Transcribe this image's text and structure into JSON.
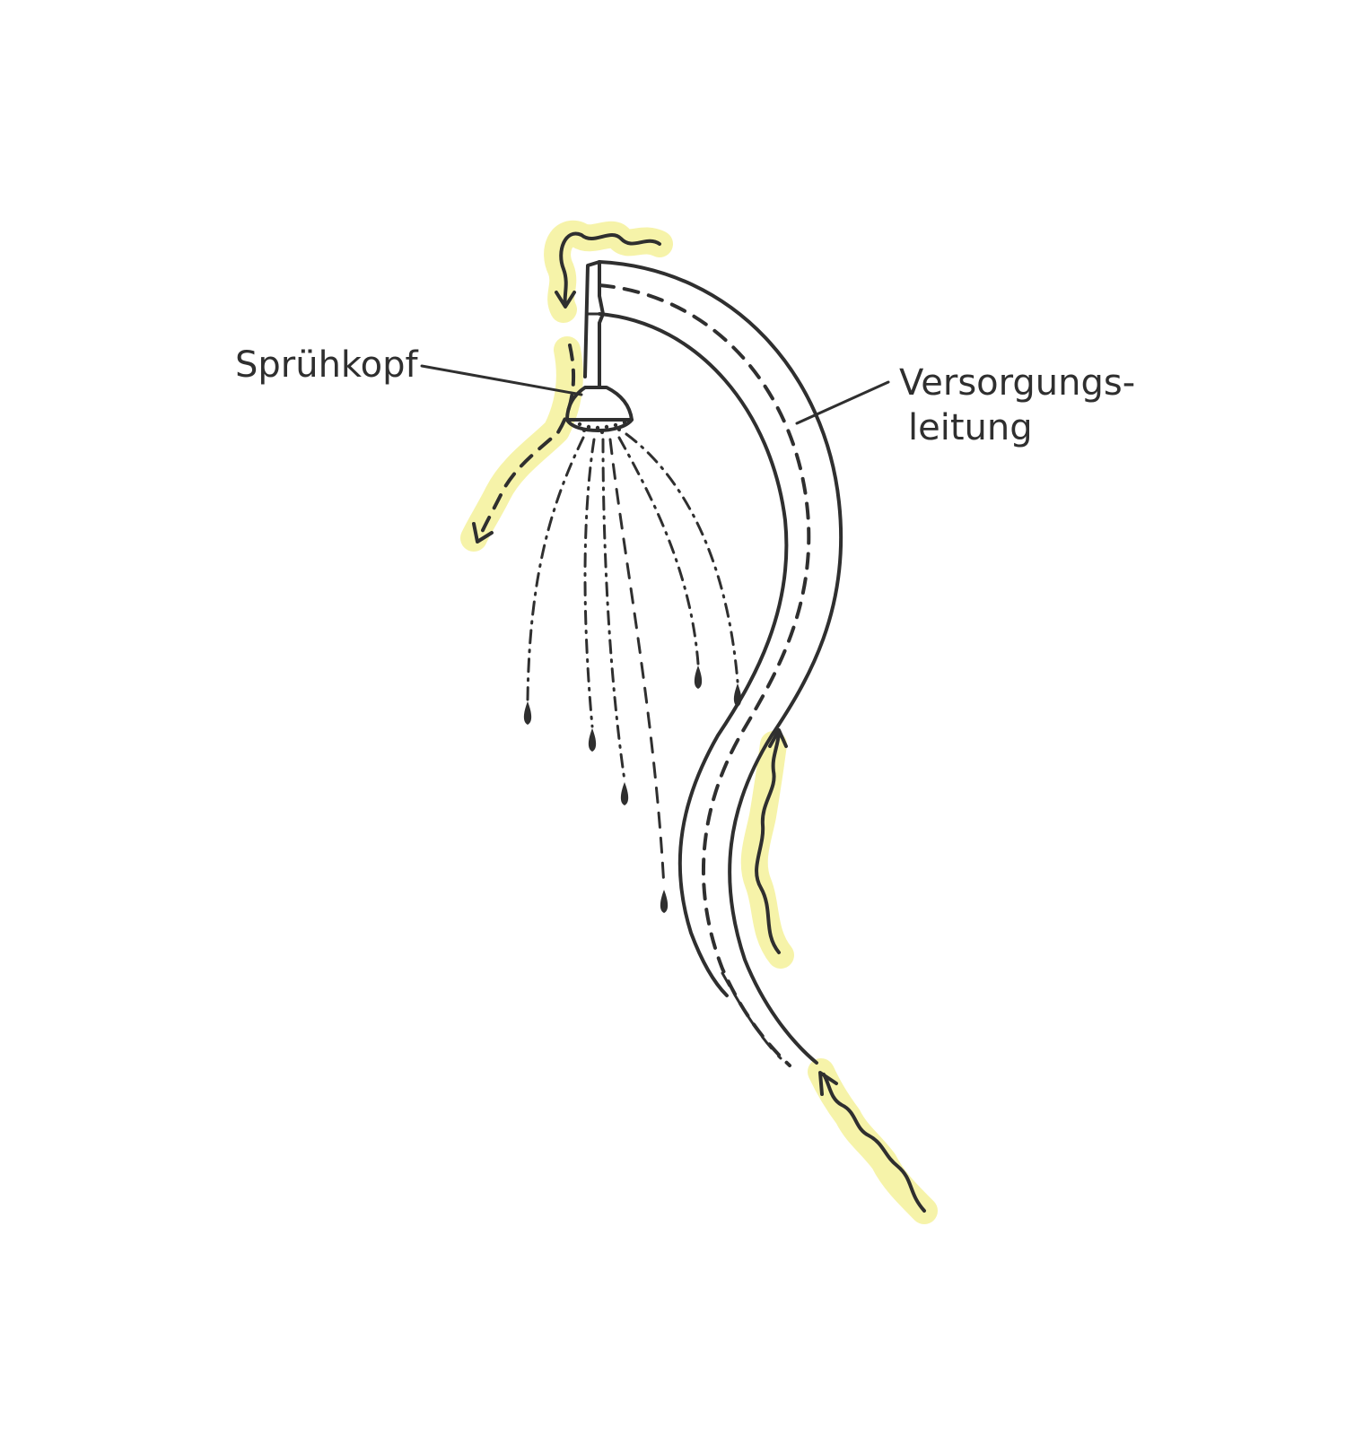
{
  "labels": {
    "spray_head": "Sprühkopf",
    "supply_line_1": "Versorgungs-",
    "supply_line_2": "leitung"
  },
  "colors": {
    "ink": "#2f2f2f",
    "highlight": "#f5f19a",
    "background": "#ffffff"
  }
}
